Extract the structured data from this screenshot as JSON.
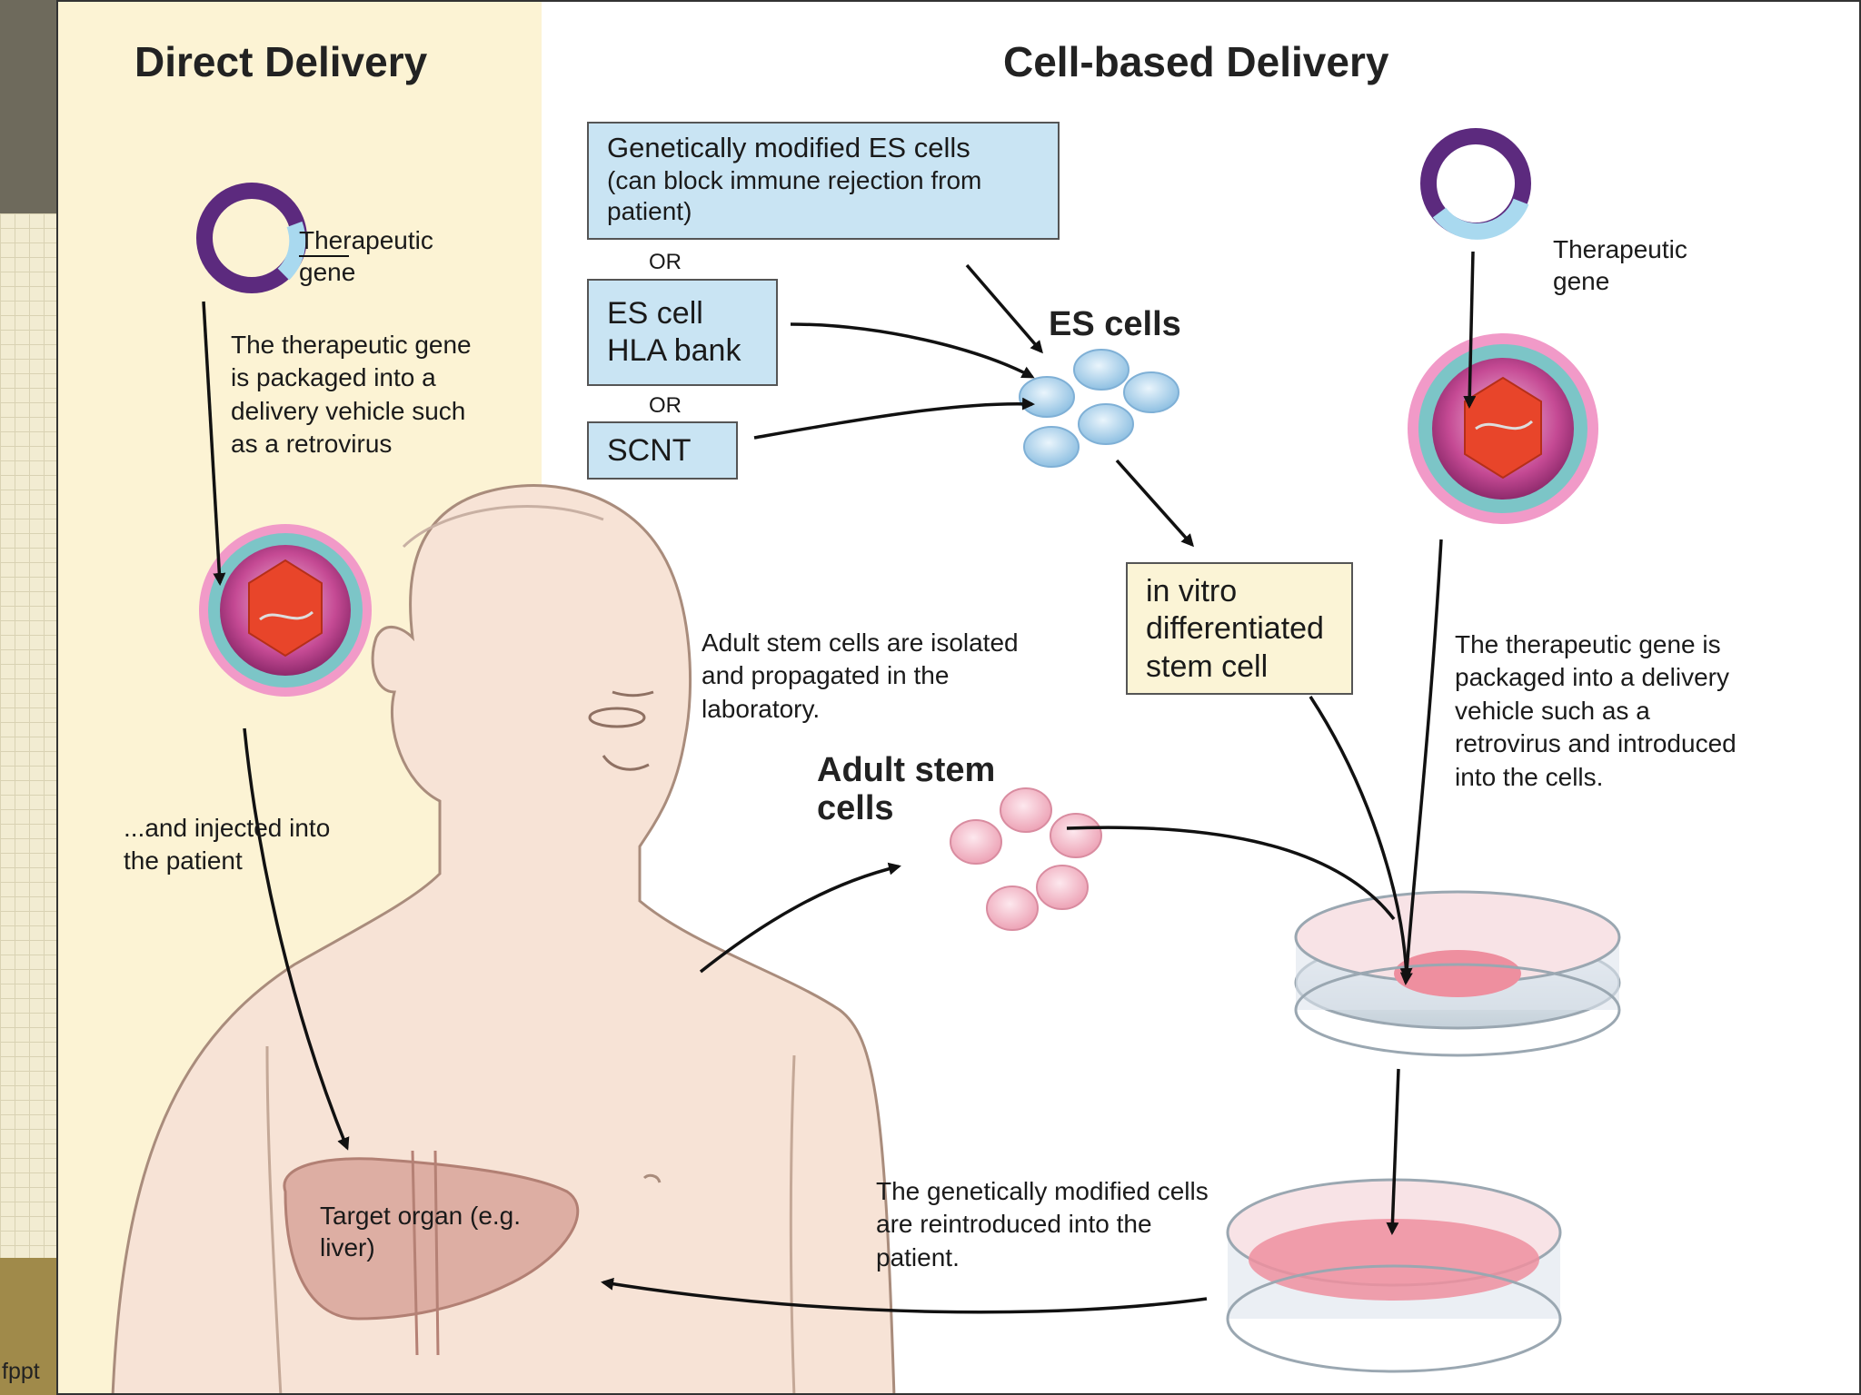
{
  "footer": {
    "text": "fppt"
  },
  "headings": {
    "direct": "Direct Delivery",
    "cell_based": "Cell-based Delivery"
  },
  "direct": {
    "gene_label": "Therapeutic gene",
    "packaging_text": "The therapeutic gene is packaged into a delivery vehicle such as a retrovirus",
    "injected_text": "...and injected into the patient",
    "target_organ": "Target organ (e.g. liver)"
  },
  "sources": {
    "es_modified_title": "Genetically modified ES cells",
    "es_modified_note": "(can block immune rejection from patient)",
    "or_1": "OR",
    "hla_bank": "ES cell HLA bank",
    "or_2": "OR",
    "scnt": "SCNT"
  },
  "cells": {
    "es_cells": "ES cells",
    "in_vitro": "in vitro differentiated stem cell",
    "adult_isolation_text": "Adult stem cells are isolated and propagated in the laboratory.",
    "adult_stem_cells": "Adult stem cells"
  },
  "cell_based": {
    "gene_label": "Therapeutic gene",
    "packaging_text": "The therapeutic gene is packaged into a delivery vehicle such as a retrovirus and introduced into the cells.",
    "reintroduced_text": "The genetically modified cells are reintroduced into the patient."
  },
  "colors": {
    "direct_panel": "#fcf3d4",
    "plasmid_ring": "#5c2a7e",
    "gene_segment": "#a9d9ef",
    "virus_capsule": "#7cc5c7",
    "es_cell": "#a8d1ec",
    "adult_cell": "#f3b9c6",
    "skin": "#f7e3d6"
  }
}
